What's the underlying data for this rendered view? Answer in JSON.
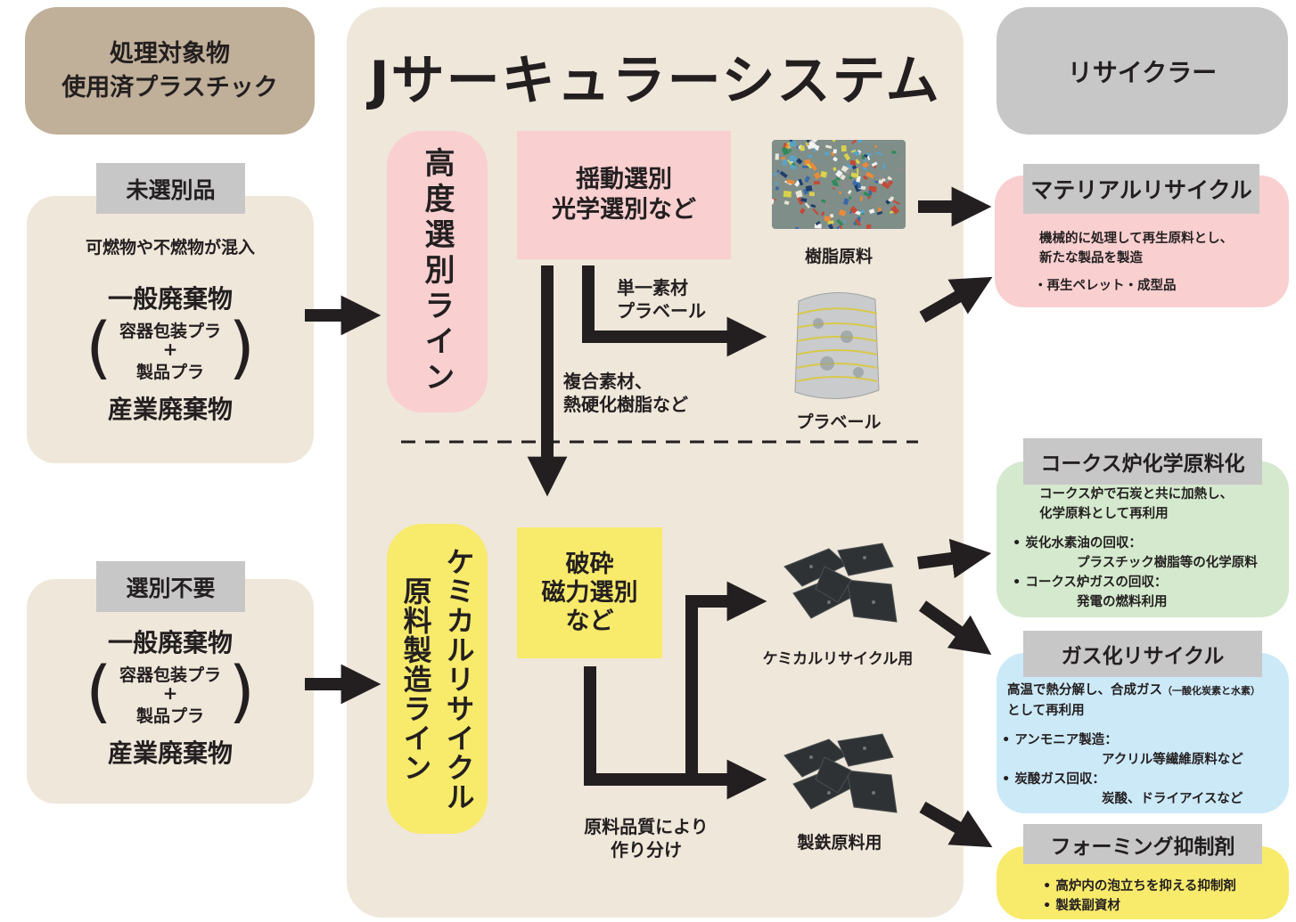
{
  "header": {
    "target_line1": "処理対象物",
    "target_line2": "使用済プラスチック",
    "system_title": "Jサーキュラーシステム",
    "recycler": "リサイクラー"
  },
  "inputs": {
    "unsorted": {
      "tag": "未選別品",
      "note": "可燃物や不燃物が混入",
      "waste1": "一般廃棄物",
      "sub1": "容器包装プラ",
      "plus": "+",
      "sub2": "製品プラ",
      "waste2": "産業廃棄物"
    },
    "no_sort": {
      "tag": "選別不要",
      "waste1": "一般廃棄物",
      "sub1": "容器包装プラ",
      "plus": "+",
      "sub2": "製品プラ",
      "waste2": "産業廃棄物"
    }
  },
  "lines": {
    "advanced": "高度選別ライン",
    "chemical_col1": "ケミカルリサイクル",
    "chemical_col2": "原料製造ライン"
  },
  "process": {
    "sorting_line1": "揺動選別",
    "sorting_line2": "光学選別など",
    "crushing_line1": "破砕",
    "crushing_line2": "磁力選別",
    "crushing_line3": "など",
    "single_material_1": "単一素材",
    "single_material_2": "プラベール",
    "composite_1": "複合素材、",
    "composite_2": "熱硬化樹脂など",
    "quality_1": "原料品質により",
    "quality_2": "作り分け"
  },
  "products": {
    "resin": "樹脂原料",
    "bale": "プラベール",
    "chemical": "ケミカルリサイクル用",
    "ironmaking": "製鉄原料用"
  },
  "recyclers": {
    "material": {
      "tag": "マテリアルリサイクル",
      "desc1": "機械的に処理して再生原料とし、",
      "desc2": "新たな製品を製造",
      "item1": "・再生ペレット・成型品"
    },
    "coke": {
      "tag": "コークス炉化学原料化",
      "desc1": "コークス炉で石炭と共に加熱し、",
      "desc2": "化学原料として再利用",
      "item1": "• 炭化水素油の回収：",
      "item1_detail": "プラスチック樹脂等の化学原料",
      "item2": "• コークス炉ガスの回収：",
      "item2_detail": "発電の燃料利用"
    },
    "gas": {
      "tag": "ガス化リサイクル",
      "desc1a": "高温で熱分解し、合成ガス",
      "desc1b": "（一酸化炭素と水素）",
      "desc2": "として再利用",
      "item1": "• アンモニア製造：",
      "item1_detail": "アクリル等繊維原料など",
      "item2": "• 炭酸ガス回収：",
      "item2_detail": "炭酸、ドライアイスなど"
    },
    "foaming": {
      "tag": "フォーミング抑制剤",
      "item1": "• 高炉内の泡立ちを抑える抑制剤",
      "item2": "• 製鉄副資材"
    }
  },
  "colors": {
    "tan": "#c0af99",
    "beige": "#efe7da",
    "gray": "#c8c7c8",
    "pink": "#f9cfd0",
    "yellow": "#f8ea6b",
    "green": "#d4e9cd",
    "blue": "#cce9f8",
    "arrow": "#231f20"
  }
}
